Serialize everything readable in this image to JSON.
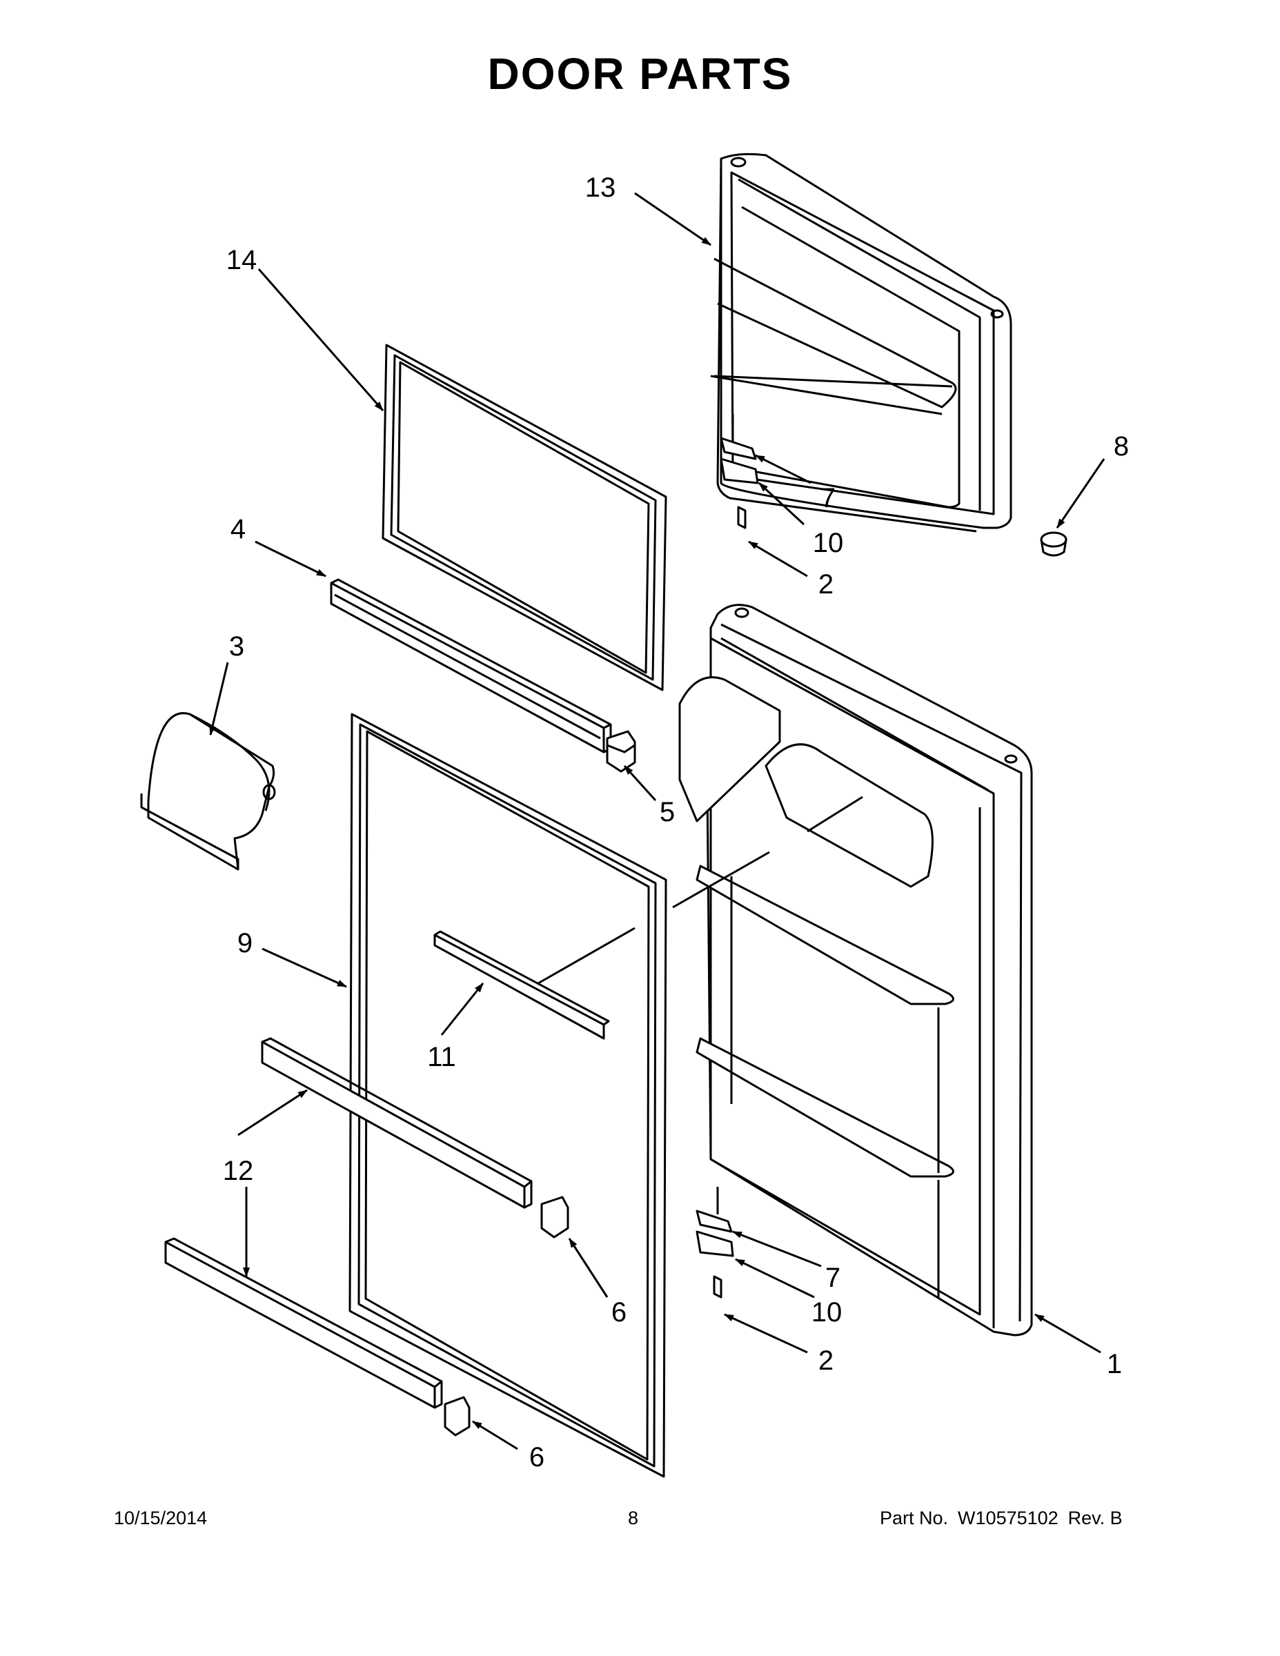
{
  "page": {
    "title": "DOOR PARTS"
  },
  "callouts": [
    {
      "id": "c13",
      "label": "13"
    },
    {
      "id": "c14",
      "label": "14"
    },
    {
      "id": "c4",
      "label": "4"
    },
    {
      "id": "c3",
      "label": "3"
    },
    {
      "id": "c9",
      "label": "9"
    },
    {
      "id": "c11",
      "label": "11"
    },
    {
      "id": "c12",
      "label": "12"
    },
    {
      "id": "c5",
      "label": "5"
    },
    {
      "id": "c6a",
      "label": "6"
    },
    {
      "id": "c6b",
      "label": "6"
    },
    {
      "id": "c7a",
      "label": "7"
    },
    {
      "id": "c10a",
      "label": "10"
    },
    {
      "id": "c2a",
      "label": "2"
    },
    {
      "id": "c8",
      "label": "8"
    },
    {
      "id": "c7b",
      "label": "7"
    },
    {
      "id": "c10b",
      "label": "10"
    },
    {
      "id": "c2b",
      "label": "2"
    },
    {
      "id": "c1",
      "label": "1"
    }
  ],
  "footer": {
    "date": "10/15/2014",
    "page_number": "8",
    "part_label": "Part No.",
    "part_number": "W10575102",
    "revision": "Rev.  B"
  }
}
